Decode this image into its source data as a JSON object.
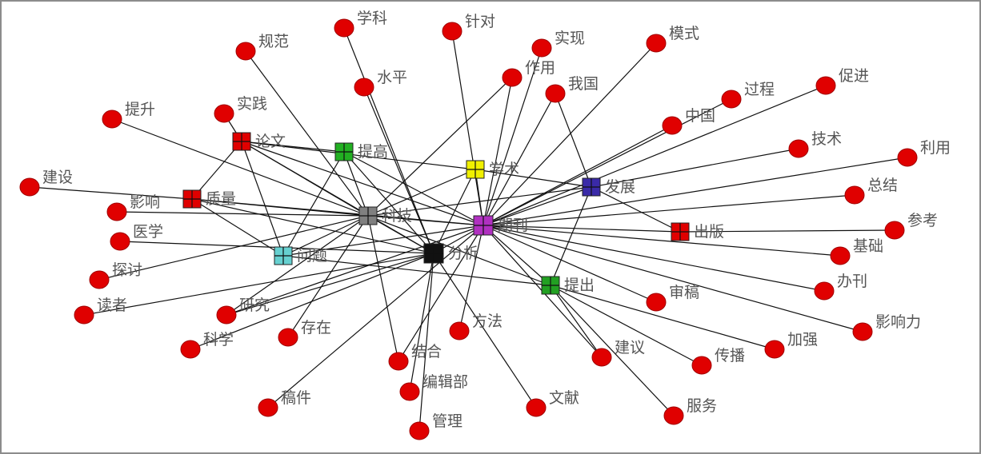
{
  "colors": {
    "leaf": "#e00000",
    "edge": "#111111",
    "label": "#555555"
  },
  "hubs": [
    {
      "id": "qikan",
      "label": "期刊",
      "color": "#b030c0"
    },
    {
      "id": "fenxi",
      "label": "分析",
      "color": "#111111"
    },
    {
      "id": "keji",
      "label": "科技",
      "color": "#808080"
    },
    {
      "id": "xueshu",
      "label": "学术",
      "color": "#f0f000"
    },
    {
      "id": "tigao",
      "label": "提高",
      "color": "#22b022"
    },
    {
      "id": "fazhan",
      "label": "发展",
      "color": "#3a2aa8"
    },
    {
      "id": "chuban",
      "label": "出版",
      "color": "#e00000"
    },
    {
      "id": "tichu",
      "label": "提出",
      "color": "#22a022"
    },
    {
      "id": "wenti",
      "label": "问题",
      "color": "#66d0d0"
    },
    {
      "id": "zhiliang",
      "label": "质量",
      "color": "#e00000"
    },
    {
      "id": "lunwen",
      "label": "论文",
      "color": "#e00000"
    }
  ],
  "leaves": [
    {
      "id": "xueke",
      "label": "学科"
    },
    {
      "id": "zhendui",
      "label": "针对"
    },
    {
      "id": "guifan",
      "label": "规范"
    },
    {
      "id": "shixian",
      "label": "实现"
    },
    {
      "id": "moshi",
      "label": "模式"
    },
    {
      "id": "shuiping",
      "label": "水平"
    },
    {
      "id": "zuoyong",
      "label": "作用"
    },
    {
      "id": "woguo",
      "label": "我国"
    },
    {
      "id": "guocheng",
      "label": "过程"
    },
    {
      "id": "cujin",
      "label": "促进"
    },
    {
      "id": "shijian",
      "label": "实践"
    },
    {
      "id": "tisheng",
      "label": "提升"
    },
    {
      "id": "zhongguo",
      "label": "中国"
    },
    {
      "id": "jishu",
      "label": "技术"
    },
    {
      "id": "liyong",
      "label": "利用"
    },
    {
      "id": "jianshe",
      "label": "建设"
    },
    {
      "id": "zongjie",
      "label": "总结"
    },
    {
      "id": "yingxiang",
      "label": "影响"
    },
    {
      "id": "cankao",
      "label": "参考"
    },
    {
      "id": "yixue",
      "label": "医学"
    },
    {
      "id": "jichu",
      "label": "基础"
    },
    {
      "id": "tantao",
      "label": "探讨"
    },
    {
      "id": "bankan",
      "label": "办刊"
    },
    {
      "id": "duzhe",
      "label": "读者"
    },
    {
      "id": "yanjiu",
      "label": "研究"
    },
    {
      "id": "shengao",
      "label": "审稿"
    },
    {
      "id": "yingxiangli",
      "label": "影响力"
    },
    {
      "id": "kexue",
      "label": "科学"
    },
    {
      "id": "cunzai",
      "label": "存在"
    },
    {
      "id": "fangfa",
      "label": "方法"
    },
    {
      "id": "jiaqiang",
      "label": "加强"
    },
    {
      "id": "jianyi",
      "label": "建议"
    },
    {
      "id": "chuanbo",
      "label": "传播"
    },
    {
      "id": "jiehe",
      "label": "结合"
    },
    {
      "id": "bianjibu",
      "label": "编辑部"
    },
    {
      "id": "gaojian",
      "label": "稿件"
    },
    {
      "id": "wenxian",
      "label": "文献"
    },
    {
      "id": "fuwu",
      "label": "服务"
    },
    {
      "id": "guanli",
      "label": "管理"
    }
  ],
  "edges": [
    [
      "xueke",
      "fenxi"
    ],
    [
      "zhendui",
      "qikan"
    ],
    [
      "guifan",
      "keji"
    ],
    [
      "shixian",
      "qikan"
    ],
    [
      "moshi",
      "qikan"
    ],
    [
      "shuiping",
      "fenxi"
    ],
    [
      "zuoyong",
      "qikan"
    ],
    [
      "zuoyong",
      "keji"
    ],
    [
      "woguo",
      "qikan"
    ],
    [
      "woguo",
      "fazhan"
    ],
    [
      "guocheng",
      "qikan"
    ],
    [
      "cujin",
      "qikan"
    ],
    [
      "shijian",
      "lunwen"
    ],
    [
      "tisheng",
      "keji"
    ],
    [
      "zhongguo",
      "qikan"
    ],
    [
      "jishu",
      "fazhan"
    ],
    [
      "liyong",
      "qikan"
    ],
    [
      "jianshe",
      "zhiliang"
    ],
    [
      "zongjie",
      "qikan"
    ],
    [
      "yingxiang",
      "keji"
    ],
    [
      "cankao",
      "chuban"
    ],
    [
      "yixue",
      "fenxi"
    ],
    [
      "jichu",
      "qikan"
    ],
    [
      "tantao",
      "keji"
    ],
    [
      "bankan",
      "qikan"
    ],
    [
      "duzhe",
      "fenxi"
    ],
    [
      "yanjiu",
      "qikan"
    ],
    [
      "yanjiu",
      "keji"
    ],
    [
      "yanjiu",
      "fenxi"
    ],
    [
      "shengao",
      "qikan"
    ],
    [
      "yingxiangli",
      "qikan"
    ],
    [
      "kexue",
      "fenxi"
    ],
    [
      "cunzai",
      "keji"
    ],
    [
      "fangfa",
      "qikan"
    ],
    [
      "jiaqiang",
      "tichu"
    ],
    [
      "jianyi",
      "tichu"
    ],
    [
      "jianyi",
      "qikan"
    ],
    [
      "chuanbo",
      "tichu"
    ],
    [
      "jiehe",
      "keji"
    ],
    [
      "jiehe",
      "qikan"
    ],
    [
      "bianjibu",
      "fenxi"
    ],
    [
      "gaojian",
      "qikan"
    ],
    [
      "wenxian",
      "fenxi"
    ],
    [
      "fuwu",
      "tichu"
    ],
    [
      "guanli",
      "fenxi"
    ],
    [
      "qikan",
      "fenxi"
    ],
    [
      "qikan",
      "keji"
    ],
    [
      "qikan",
      "xueshu"
    ],
    [
      "qikan",
      "tigao"
    ],
    [
      "qikan",
      "fazhan"
    ],
    [
      "qikan",
      "chuban"
    ],
    [
      "qikan",
      "tichu"
    ],
    [
      "qikan",
      "wenti"
    ],
    [
      "qikan",
      "zhiliang"
    ],
    [
      "qikan",
      "lunwen"
    ],
    [
      "fenxi",
      "keji"
    ],
    [
      "fenxi",
      "xueshu"
    ],
    [
      "fenxi",
      "tigao"
    ],
    [
      "fenxi",
      "zhiliang"
    ],
    [
      "fenxi",
      "lunwen"
    ],
    [
      "keji",
      "xueshu"
    ],
    [
      "keji",
      "tigao"
    ],
    [
      "keji",
      "fazhan"
    ],
    [
      "keji",
      "tichu"
    ],
    [
      "keji",
      "wenti"
    ],
    [
      "keji",
      "lunwen"
    ],
    [
      "keji",
      "zhiliang"
    ],
    [
      "xueshu",
      "fazhan"
    ],
    [
      "lunwen",
      "xueshu"
    ],
    [
      "lunwen",
      "wenti"
    ],
    [
      "zhiliang",
      "lunwen"
    ],
    [
      "zhiliang",
      "wenti"
    ],
    [
      "chuban",
      "fazhan"
    ],
    [
      "tichu",
      "fazhan"
    ],
    [
      "wenti",
      "tigao"
    ],
    [
      "wenti",
      "tichu"
    ],
    [
      "lunwen",
      "tigao"
    ]
  ]
}
